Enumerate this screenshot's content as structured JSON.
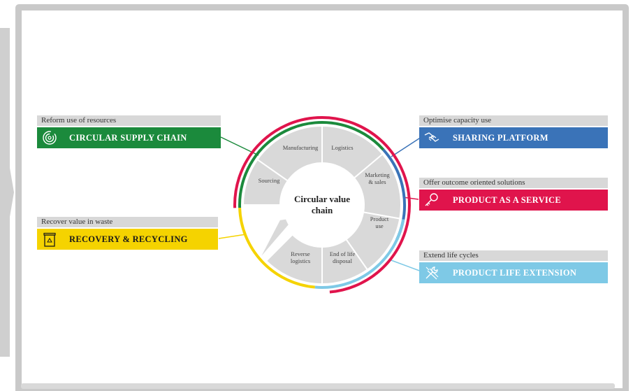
{
  "center": {
    "title_line1": "Circular value",
    "title_line2": "chain"
  },
  "segments": [
    {
      "id": "manufacturing",
      "lines": [
        "Manufacturing"
      ]
    },
    {
      "id": "logistics",
      "lines": [
        "Logistics"
      ]
    },
    {
      "id": "marketing",
      "lines": [
        "Marketing",
        "& sales"
      ]
    },
    {
      "id": "product-use",
      "lines": [
        "Product",
        "use"
      ]
    },
    {
      "id": "end-of-life",
      "lines": [
        "End of life",
        "disposal"
      ]
    },
    {
      "id": "reverse-logistics",
      "lines": [
        "Reverse",
        "logistics"
      ]
    },
    {
      "id": "sourcing",
      "lines": [
        "Sourcing"
      ]
    }
  ],
  "business_models": {
    "circular_supply_chain": {
      "heading": "Reform use of resources",
      "label": "CIRCULAR SUPPLY CHAIN",
      "color": "#1b8a3c",
      "icon": "recycle-loop-icon"
    },
    "recovery_recycling": {
      "heading": "Recover value in waste",
      "label": "RECOVERY & RECYCLING",
      "color": "#f5d300",
      "icon": "recycling-bin-icon"
    },
    "sharing_platform": {
      "heading": "Optimise capacity use",
      "label": "SHARING PLATFORM",
      "color": "#3a73b8",
      "icon": "handshake-icon"
    },
    "product_as_service": {
      "heading": "Offer outcome oriented solutions",
      "label": "PRODUCT AS A SERVICE",
      "color": "#e0144c",
      "icon": "key-icon"
    },
    "product_life_extension": {
      "heading": "Extend life cycles",
      "label": "PRODUCT LIFE EXTENSION",
      "color": "#7ec9e6",
      "icon": "tools-icon"
    }
  }
}
